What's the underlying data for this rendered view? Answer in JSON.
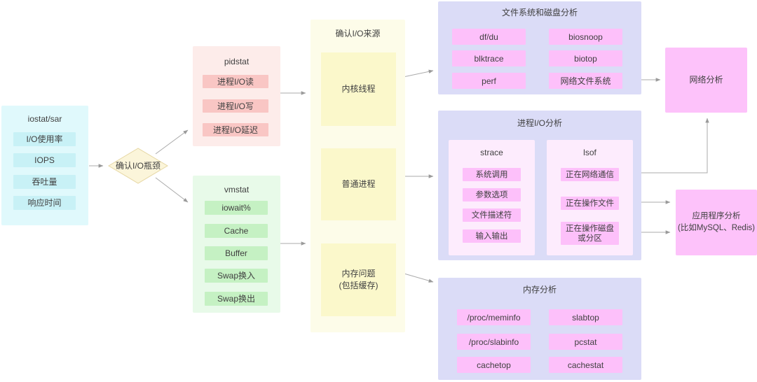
{
  "palette": {
    "cyan_box": "#e0f9fc",
    "cyan_chip": "#c8f1f6",
    "red_box": "#fdecea",
    "red_chip": "#f9c6c4",
    "green_box": "#e8fae9",
    "green_chip": "#c5f1c3",
    "yellow_outer": "#fdfce9",
    "yellow_inner": "#fbf8cb",
    "diamond_fill": "#fbf5da",
    "diamond_border": "#e6d7a3",
    "purple_box": "#dbdcf7",
    "pink_chip": "#fdc0fa",
    "pink_inner": "#fdecfd",
    "arrow": "#a5a5a5",
    "text": "#404040"
  },
  "nodes": {
    "iostat": {
      "title": "iostat/sar",
      "items": [
        "I/O使用率",
        "IOPS",
        "吞吐量",
        "响应时间"
      ]
    },
    "decision": {
      "label": "确认I/O瓶颈"
    },
    "pidstat": {
      "title": "pidstat",
      "items": [
        "进程I/O读",
        "进程I/O写",
        "进程I/O延迟"
      ]
    },
    "vmstat": {
      "title": "vmstat",
      "items": [
        "iowait%",
        "Cache",
        "Buffer",
        "Swap换入",
        "Swap换出"
      ]
    },
    "io_source": {
      "title": "确认I/O来源",
      "items": [
        "内核线程",
        "普通进程",
        "内存问题\n(包括缓存)"
      ]
    },
    "fs_disk": {
      "title": "文件系统和磁盘分析",
      "left_items": [
        "df/du",
        "blktrace",
        "perf"
      ],
      "right_items": [
        "biosnoop",
        "biotop",
        "网络文件系统"
      ]
    },
    "process_io": {
      "title": "进程I/O分析",
      "strace": {
        "title": "strace",
        "items": [
          "系统调用",
          "参数选项",
          "文件描述符",
          "输入输出"
        ]
      },
      "lsof": {
        "title": "lsof",
        "items": [
          "正在网络通信",
          "正在操作文件",
          "正在操作磁盘\n或分区"
        ]
      }
    },
    "memory": {
      "title": "内存分析",
      "left_items": [
        "/proc/meminfo",
        "/proc/slabinfo",
        "cachetop"
      ],
      "right_items": [
        "slabtop",
        "pcstat",
        "cachestat"
      ]
    },
    "network": {
      "label": "网络分析"
    },
    "application": {
      "label": "应用程序分析\n(比如MySQL、Redis)"
    }
  }
}
